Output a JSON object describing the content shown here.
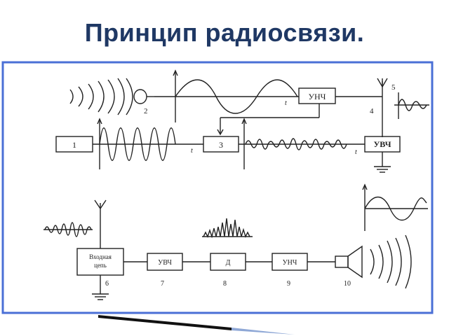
{
  "slide": {
    "title": "Принцип радиосвязи."
  },
  "diagram": {
    "transmitter": {
      "blocks": {
        "generator": "1",
        "modulator": "3",
        "lf_amp": "УНЧ",
        "hf_amp": "УВЧ"
      },
      "callouts": {
        "microphone": "2",
        "lf_amp": "4",
        "antenna": "5"
      },
      "axis_label": "t"
    },
    "receiver": {
      "blocks": {
        "input_line1": "Входная",
        "input_line2": "цепь",
        "hf_amp": "УВЧ",
        "detector": "Д",
        "lf_amp": "УНЧ"
      },
      "callouts": {
        "input": "6",
        "hf_amp": "7",
        "detector": "8",
        "lf_amp": "9",
        "speaker": "10"
      }
    }
  },
  "colors": {
    "title": "#1f3864",
    "frame": "#4a6fd6",
    "ink": "#222222"
  }
}
